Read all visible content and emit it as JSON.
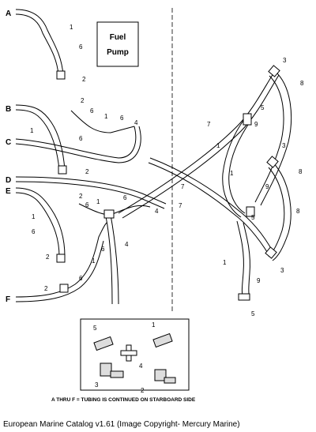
{
  "diagram": {
    "fuel_pump_label_line1": "Fuel",
    "fuel_pump_label_line2": "Pump",
    "letters": {
      "a": "A",
      "b": "B",
      "c": "C",
      "d": "D",
      "e": "E",
      "f": "F"
    },
    "callouts": {
      "n1": "1",
      "n2": "2",
      "n3": "3",
      "n4": "4",
      "n5": "5",
      "n6": "6",
      "n7": "7",
      "n8": "8",
      "n9": "9"
    },
    "legend_note": "A THRU F = TUBING IS CONTINUED ON STARBOARD SIDE"
  },
  "caption": "European Marine Catalog v1.61 (Image Copyright- Mercury Marine)"
}
